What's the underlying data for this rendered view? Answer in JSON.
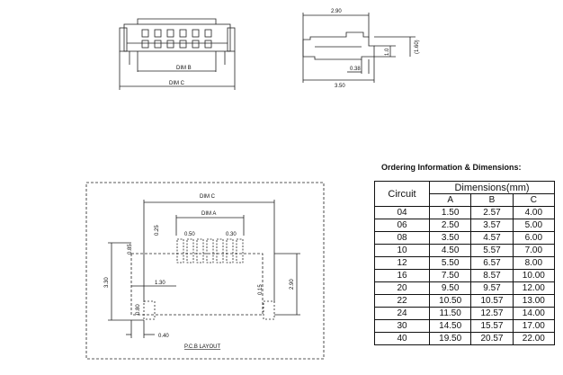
{
  "top_left_view": {
    "dim_b": "DIM B",
    "dim_c": "DIM C"
  },
  "side_view": {
    "width": "2.90",
    "offset": "0.38",
    "length": "3.50",
    "h1": "1.0",
    "h2": "(1.60)"
  },
  "pcb_layout": {
    "dim_c": "DIM C",
    "dim_a": "DIM A",
    "pitch": "0.50",
    "pad_w": "0.30",
    "pad_gap": "0.25",
    "pad_len": "0.85",
    "height": "3.30",
    "inner": "2.90",
    "left_off": "1.30",
    "ground_w": "0.15",
    "ground_h": "0.80",
    "bottom": "0.40",
    "caption": "P.C.B LAYOUT"
  },
  "ordering": {
    "title": "Ordering Information & Dimensions:",
    "circuit_label": "Circuit",
    "dims_label": "Dimensions(mm)",
    "columns": [
      "A",
      "B",
      "C"
    ],
    "rows": [
      {
        "circuit": "04",
        "a": "1.50",
        "b": "2.57",
        "c": "4.00"
      },
      {
        "circuit": "06",
        "a": "2.50",
        "b": "3.57",
        "c": "5.00"
      },
      {
        "circuit": "08",
        "a": "3.50",
        "b": "4.57",
        "c": "6.00"
      },
      {
        "circuit": "10",
        "a": "4.50",
        "b": "5.57",
        "c": "7.00"
      },
      {
        "circuit": "12",
        "a": "5.50",
        "b": "6.57",
        "c": "8.00"
      },
      {
        "circuit": "16",
        "a": "7.50",
        "b": "8.57",
        "c": "10.00"
      },
      {
        "circuit": "20",
        "a": "9.50",
        "b": "9.57",
        "c": "12.00"
      },
      {
        "circuit": "22",
        "a": "10.50",
        "b": "10.57",
        "c": "13.00"
      },
      {
        "circuit": "24",
        "a": "11.50",
        "b": "12.57",
        "c": "14.00"
      },
      {
        "circuit": "30",
        "a": "14.50",
        "b": "15.57",
        "c": "17.00"
      },
      {
        "circuit": "40",
        "a": "19.50",
        "b": "20.57",
        "c": "22.00"
      }
    ]
  }
}
